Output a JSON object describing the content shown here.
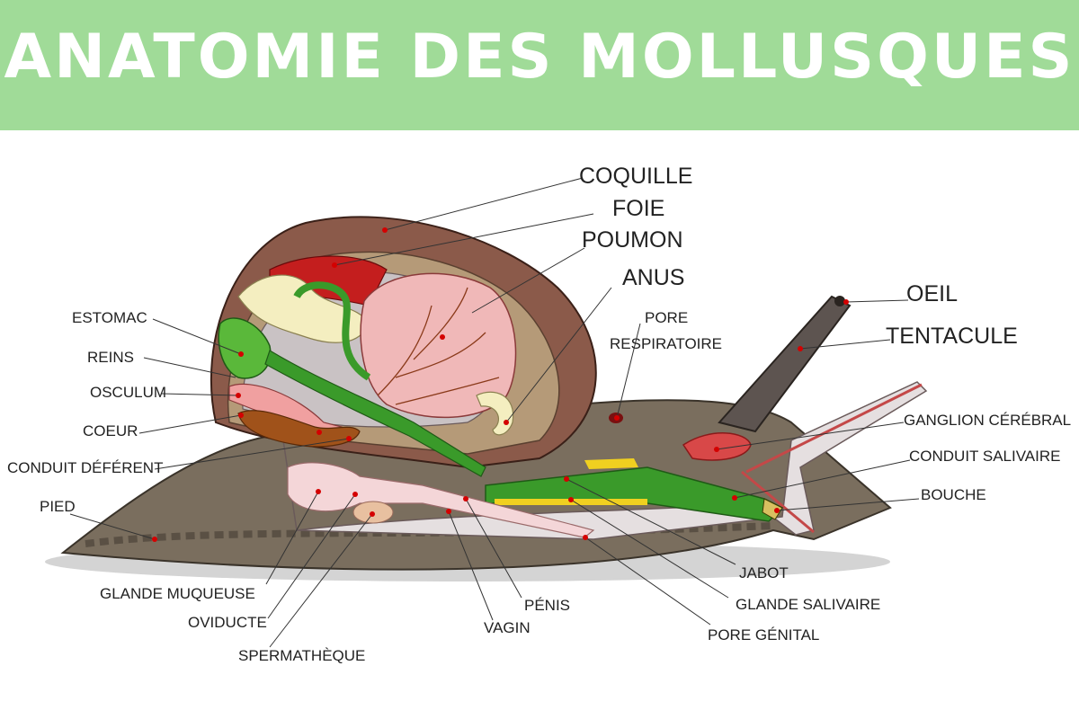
{
  "title": "ANATOMIE DES MOLLUSQUES",
  "labels": {
    "coquille": "COQUILLE",
    "foie": "FOIE",
    "poumon": "POUMON",
    "anus": "ANUS",
    "pore_respiratoire_1": "PORE",
    "pore_respiratoire_2": "RESPIRATOIRE",
    "oeil": "OEIL",
    "tentacule": "TENTACULE",
    "ganglion": "GANGLION CÉRÉBRAL",
    "conduit_salivaire": "CONDUIT SALIVAIRE",
    "bouche": "BOUCHE",
    "jabot": "JABOT",
    "glande_salivaire": "GLANDE SALIVAIRE",
    "pore_genital": "PORE GÉNITAL",
    "penis": "PÉNIS",
    "vagin": "VAGIN",
    "spermatheque": "SPERMATHÈQUE",
    "oviducte": "OVIDUCTE",
    "glande_muqueuse": "GLANDE MUQUEUSE",
    "pied": "PIED",
    "conduit_deferent": "CONDUIT DÉFÉRENT",
    "coeur": "COEUR",
    "osculum": "OSCULUM",
    "reins": "REINS",
    "estomac": "ESTOMAC"
  },
  "colors": {
    "banner": "#a0db98",
    "shell": "#8b5a4a",
    "body": "#7a6e5e",
    "green_gland": "#3a9a2a",
    "marker": "#d40000"
  }
}
